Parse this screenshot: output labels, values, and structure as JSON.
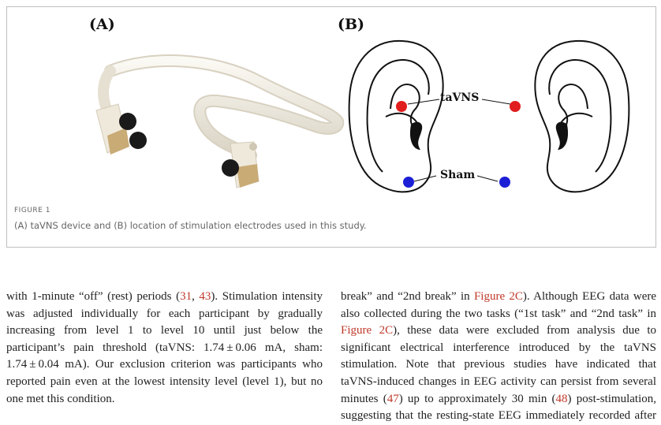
{
  "figure": {
    "panel_a_label": "(A)",
    "panel_b_label": "(B)",
    "label_tavns": "taVNS",
    "label_sham": "Sham",
    "caption_head": "FIGURE 1",
    "caption_text": "(A) taVNS device and (B) location of stimulation electrodes used in this study.",
    "colors": {
      "tavns_dot": "#e11d1d",
      "sham_dot": "#1c1fd6",
      "device": "#f1ede3",
      "device_gold": "#c7a873"
    }
  },
  "body_left": {
    "lines": [
      [
        "with 1-minute “off” (rest) periods (",
        "31",
        ", ",
        "43",
        "). Stimulation intensity"
      ],
      [
        "was adjusted individually for each participant by gradually"
      ],
      [
        "increasing from level 1 to level 10 until just below the"
      ],
      [
        "participant’s pain threshold (taVNS: 1.74 ± 0.06 mA, sham:"
      ],
      [
        "1.74 ± 0.04 mA). Our exclusion criterion was participants who"
      ],
      [
        "reported pain even at the lowest intensity level (level 1), but no"
      ],
      [
        "one met this condition."
      ]
    ]
  },
  "body_right": {
    "lines": [
      [
        "break” and “2nd break” in ",
        "Figure 2C",
        "). Although EEG data were"
      ],
      [
        "also collected during the two tasks (“1st task” and “2nd task” in"
      ],
      [
        "",
        "Figure 2C",
        "), these data were excluded from analysis due to"
      ],
      [
        "significant electrical interference introduced by the taVNS"
      ],
      [
        "stimulation. Note that previous studies have indicated that"
      ],
      [
        "taVNS-induced changes in EEG activity can persist from several"
      ],
      [
        "minutes (",
        "47",
        ") up to approximately 30 min (",
        "48",
        ") post-stimulation,"
      ],
      [
        "suggesting that the resting-state EEG immediately recorded after"
      ]
    ]
  }
}
